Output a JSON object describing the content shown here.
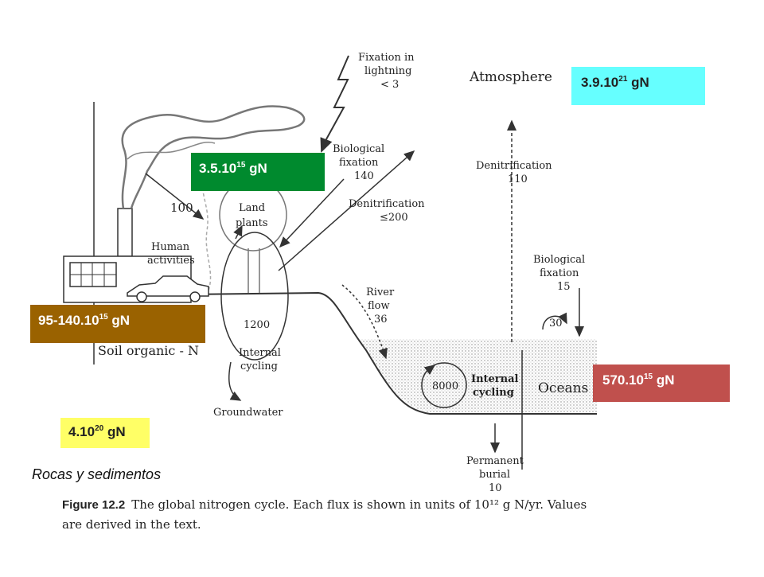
{
  "labels": {
    "fixation_lightning": [
      "Fixation in",
      "lightning",
      "< 3"
    ],
    "atmosphere": "Atmosphere",
    "biological_fixation_land": [
      "Biological",
      "fixation",
      "140"
    ],
    "denitrification_land": [
      "Denitrification",
      "≤200"
    ],
    "denitrification_ocean": [
      "Denitrification",
      "110"
    ],
    "human_flux": "100",
    "human_activities": [
      "Human",
      "activities"
    ],
    "land_plants": [
      "Land",
      "plants"
    ],
    "soil_cycle_value": "1200",
    "soil_internal_cycling": [
      "Internal",
      "cycling"
    ],
    "soil_organic": "Soil organic - N",
    "groundwater": "Groundwater",
    "river_flow": [
      "River",
      "flow",
      "36"
    ],
    "biological_fixation_ocean": [
      "Biological",
      "fixation",
      "15"
    ],
    "ocean_fix_cycle": "30",
    "ocean_cycle_value": "8000",
    "ocean_internal_cycling": [
      "Internal",
      "cycling"
    ],
    "oceans": "Oceans",
    "permanent_burial": [
      "Permanent",
      "burial",
      "10"
    ]
  },
  "boxes": {
    "atmosphere_pool": {
      "base": "3.9.10",
      "exp": "21",
      "unit": " gN",
      "color": "#66ffff",
      "text_color": "#222222"
    },
    "plants_pool": {
      "base": "3.5.10",
      "exp": "15",
      "unit": " gN",
      "color": "#008a2e",
      "text_color": "#ffffff"
    },
    "soil_pool": {
      "base": "95-140.10",
      "exp": "15",
      "unit": " gN",
      "color": "#9a6200",
      "text_color": "#ffffff"
    },
    "ocean_pool": {
      "base": "570.10",
      "exp": "15",
      "unit": " gN",
      "color": "#c0504d",
      "text_color": "#ffffff"
    },
    "rock_pool": {
      "base": "4.10",
      "exp": "20",
      "unit": " gN",
      "color": "#ffff66",
      "text_color": "#222222"
    }
  },
  "rocas": "Rocas y sedimentos",
  "figure": {
    "label": "Figure 12.2",
    "text_line1": "The global nitrogen cycle. Each flux is shown in units of 10¹² g N/yr. Values",
    "text_line2": "are derived in the text."
  }
}
